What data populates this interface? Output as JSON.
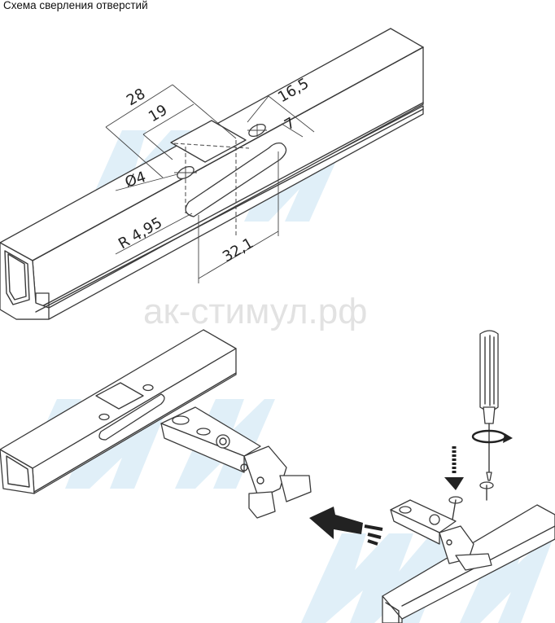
{
  "title": "Схема сверления отверстий",
  "watermark": {
    "site": "ак-стимул.рф",
    "logo_color": "#cfe6f5"
  },
  "dimensions": {
    "d28": "28",
    "d19": "19",
    "d16_5": "16,5",
    "d7": "7",
    "d_hole": "Ø4",
    "d_radius": "R 4,95",
    "d32_1": "32,1"
  },
  "colors": {
    "line": "#3a3a3a",
    "background": "#ffffff"
  },
  "icons": [
    "screwdriver-icon",
    "rotation-arrow-icon",
    "insert-arrow-icon",
    "down-arrow-icon",
    "screw-icon"
  ]
}
